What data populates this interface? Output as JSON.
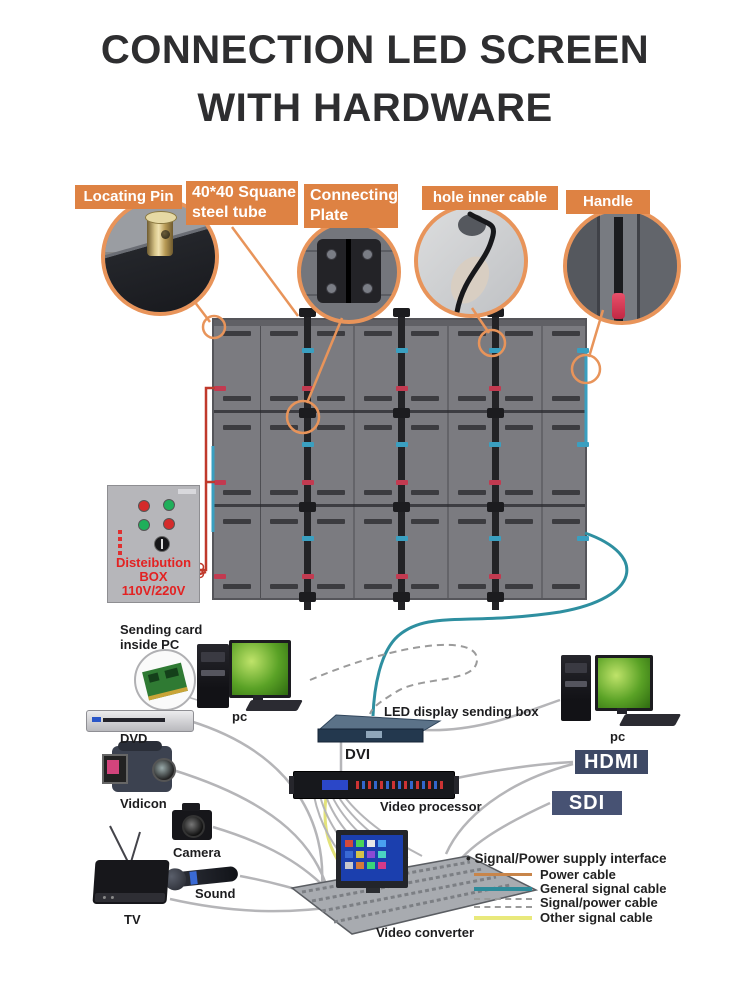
{
  "title": {
    "line1": "CONNECTION LED SCREEN",
    "line2": "WITH HARDWARE"
  },
  "callouts": {
    "locating_pin": "Locating Pin",
    "steel_tube_line1": "40*40 Squane",
    "steel_tube_line2": "steel tube",
    "connecting_plate_line1": "Connecting",
    "connecting_plate_line2": "Plate",
    "hole_inner_cable": "hole inner cable",
    "handle": "Handle"
  },
  "distribution_box": {
    "line1": "Disteibution",
    "line2": "BOX",
    "line3": "110V/220V"
  },
  "devices": {
    "sending_card_line1": "Sending card",
    "sending_card_line2": "inside PC",
    "pc_left": "pc",
    "dvd": "DVD",
    "vidicon": "Vidicon",
    "camera": "Camera",
    "sound": "Sound",
    "tv": "TV",
    "sending_box": "LED display sending box",
    "dvi": "DVI",
    "video_processor": "Video processor",
    "video_converter": "Video converter",
    "pc_right": "pc",
    "hdmi": "HDMI",
    "sdi": "SDI"
  },
  "legend": {
    "title": "Signal/Power supply interface",
    "items": [
      {
        "label": "Power cable",
        "color": "#c8854a",
        "style": "solid"
      },
      {
        "label": "General signal cable",
        "color": "#2e8b9a",
        "style": "solid"
      },
      {
        "label": "Signal/power cable",
        "color": "#9a9a9a",
        "style": "dashed"
      },
      {
        "label": "Other signal cable",
        "color": "#e9e97b",
        "style": "solid"
      }
    ]
  },
  "colors": {
    "callout_orange": "#de8243",
    "ring_orange": "#e8945a",
    "power_cable_red": "#c0392b",
    "signal_teal": "#2e8fa0",
    "connector_blue": "#3a9fc0",
    "connector_red": "#c23a50",
    "screen_gray": "#7b7b80",
    "box_text_red": "#e32222",
    "port_box_navy": "#3e4965"
  }
}
